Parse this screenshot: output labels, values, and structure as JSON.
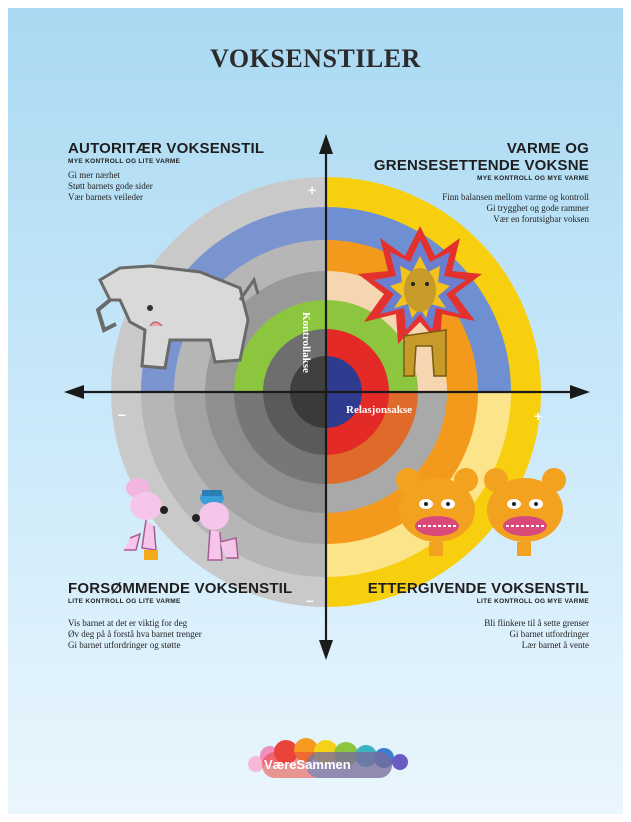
{
  "title": "VOKSENSTILER",
  "quadrants": {
    "top_left": {
      "title": "AUTORITÆR VOKSENSTIL",
      "subtitle": "MYE KONTROLL OG LITE VARME",
      "lines": [
        "Gi mer nærhet",
        "Støtt barnets gode sider",
        "Vær barnets veileder"
      ]
    },
    "top_right": {
      "title_line1": "VARME OG",
      "title_line2": "GRENSESETTENDE VOKSNE",
      "subtitle": "MYE KONTROLL OG MYE VARME",
      "lines": [
        "Finn balansen mellom varme og kontroll",
        "Gi trygghet og gode rammer",
        "Vær en forutsigbar voksen"
      ]
    },
    "bottom_left": {
      "title": "FORSØMMENDE VOKSENSTIL",
      "subtitle": "LITE KONTROLL OG LITE VARME",
      "lines": [
        "Vis barnet at det er viktig for deg",
        "Øv deg på å forstå hva barnet trenger",
        "Gi barnet utfordringer og støtte"
      ]
    },
    "bottom_right": {
      "title": "ETTERGIVENDE VOKSENSTIL",
      "subtitle": "LITE KONTROLL OG MYE VARME",
      "lines": [
        "Bli flinkere til å sette grenser",
        "Gi barnet utfordringer",
        "Lær barnet å vente"
      ]
    }
  },
  "axes": {
    "vertical_label": "Kontrollakse",
    "horizontal_label": "Relasjonsakse",
    "plus": "+",
    "minus": "–"
  },
  "logo": {
    "text": "VæreSammen"
  },
  "colors": {
    "yellow": "#f7cf0e",
    "blue": "#6f8fd3",
    "orange": "#f39a1c",
    "green": "#8cc63e",
    "red": "#e32a26",
    "navy": "#2f3b8e"
  },
  "illustrations": [
    "elephant",
    "lion",
    "two mice",
    "two bears"
  ]
}
